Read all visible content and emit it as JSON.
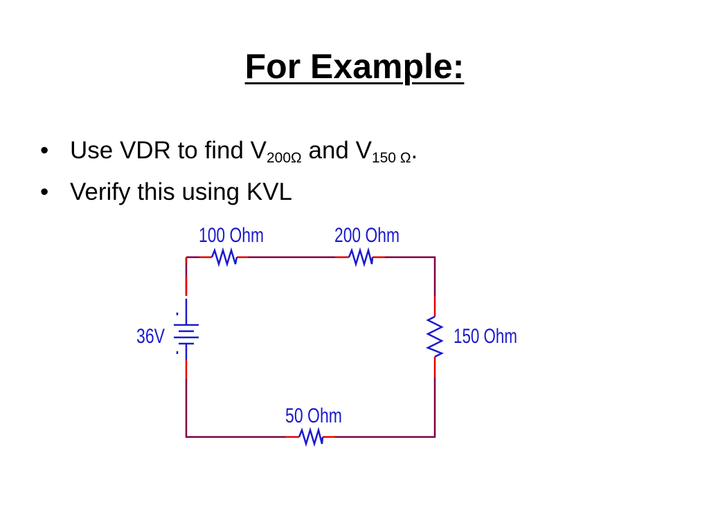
{
  "slide": {
    "title": "For Example:",
    "bullets": [
      {
        "marker": "•",
        "text_1": "Use VDR to find V",
        "sub_1": "200Ω",
        "text_2": " and V",
        "sub_2": "150 Ω",
        "text_3": "."
      },
      {
        "marker": "•",
        "text_1": "Verify this using KVL"
      }
    ]
  },
  "circuit": {
    "source_label": "36V",
    "resistors": {
      "r1": "100 Ohm",
      "r2": "200 Ohm",
      "r3": "150 Ohm",
      "r4": "50 Ohm"
    },
    "colors": {
      "wire": "#800040",
      "component": "#1a1acc",
      "terminal": "#e60000"
    }
  }
}
